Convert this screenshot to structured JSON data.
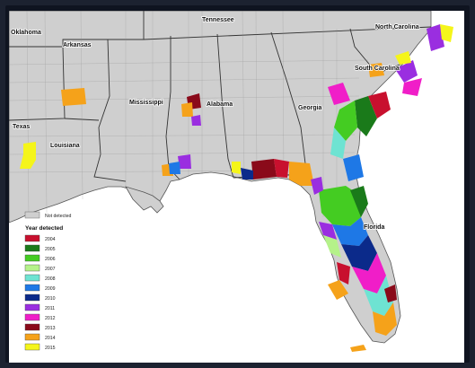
{
  "map": {
    "labels": {
      "oklahoma": "Oklahoma",
      "arkansas": "Arkansas",
      "tennessee": "Tennessee",
      "north_carolina": "North Carolina",
      "south_carolina": "South Carolina",
      "mississippi": "Mississippi",
      "alabama": "Alabama",
      "georgia": "Georgia",
      "texas": "Texas",
      "louisiana": "Louisiana",
      "florida": "Florida"
    },
    "colors": {
      "land": "#cfcfcf",
      "water": "#ffffff",
      "border": "#555555"
    }
  },
  "legend": {
    "not_detected": "Not detected",
    "title": "Year detected",
    "items": [
      {
        "label": "2004",
        "color": "#c8102e"
      },
      {
        "label": "2005",
        "color": "#1a7a1a"
      },
      {
        "label": "2006",
        "color": "#44cc22"
      },
      {
        "label": "2007",
        "color": "#b5f28a"
      },
      {
        "label": "2008",
        "color": "#6ee3d2"
      },
      {
        "label": "2009",
        "color": "#1e78e6"
      },
      {
        "label": "2010",
        "color": "#0b2a8a"
      },
      {
        "label": "2011",
        "color": "#9a2ee0"
      },
      {
        "label": "2012",
        "color": "#f01ec8"
      },
      {
        "label": "2013",
        "color": "#8a0a1a"
      },
      {
        "label": "2014",
        "color": "#f5a21a"
      },
      {
        "label": "2015",
        "color": "#f5f51a"
      }
    ]
  }
}
